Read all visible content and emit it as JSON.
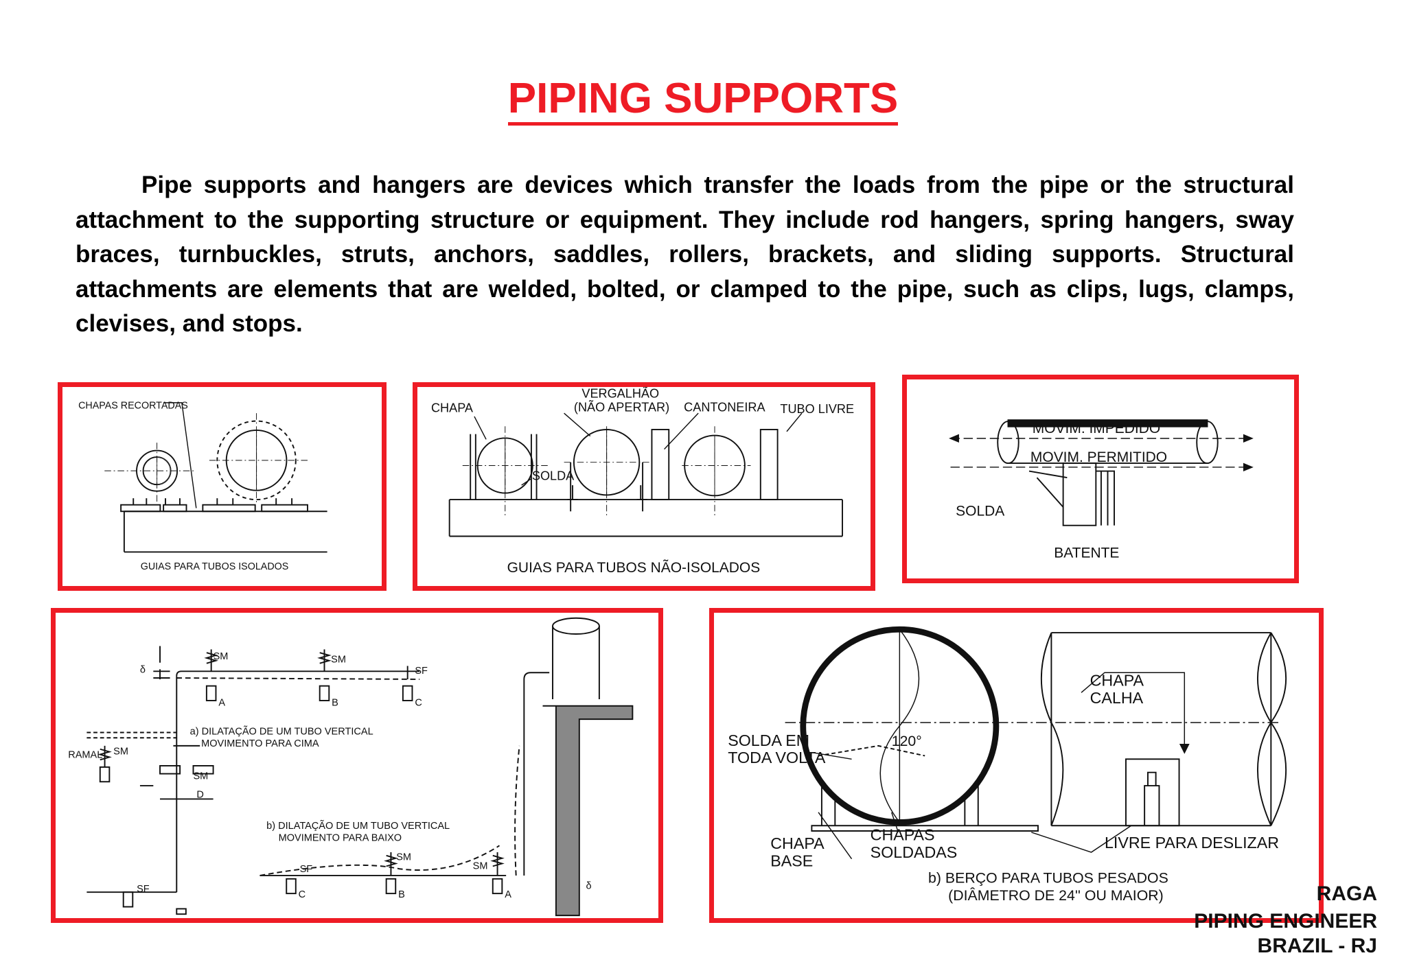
{
  "title": "PIPING SUPPORTS",
  "intro": "Pipe supports and hangers are devices which transfer the loads from the pipe or the structural attachment to the supporting structure or equipment. They include rod hangers, spring hangers, sway braces, turnbuckles, struts, anchors, saddles, rollers, brackets, and sliding supports. Structural attachments are elements that are welded, bolted, or clamped to the pipe, such as clips, lugs, clamps, clevises, and stops.",
  "colors": {
    "accent": "#ee1c25",
    "text": "#000000"
  },
  "figures": {
    "insulated_guides": {
      "chapas_recortadas": "CHAPAS RECORTADAS",
      "caption": "GUIAS PARA TUBOS ISOLADOS"
    },
    "uninsulated_guides": {
      "chapa": "CHAPA",
      "vergalhao": "VERGALHÃO",
      "nao_apertar": "(NÃO APERTAR)",
      "cantoneira": "CANTONEIRA",
      "tubo_livre": "TUBO LIVRE",
      "solda": "SOLDA",
      "caption": "GUIAS PARA TUBOS NÃO-ISOLADOS"
    },
    "stop": {
      "movim_impedido": "MOVIM. IMPEDIDO",
      "movim_permitido": "MOVIM. PERMITIDO",
      "solda": "SOLDA",
      "batente": "BATENTE"
    },
    "vertical_expansion": {
      "sm": "SM",
      "sf": "SF",
      "a": "A",
      "b": "B",
      "c": "C",
      "d": "D",
      "delta": "δ",
      "ramal": "RAMAL",
      "caption_a_1": "a) DILATAÇÃO DE UM TUBO VERTICAL",
      "caption_a_2": "MOVIMENTO PARA CIMA",
      "caption_b_1": "b) DILATAÇÃO DE UM TUBO VERTICAL",
      "caption_b_2": "MOVIMENTO PARA BAIXO"
    },
    "cradle": {
      "chapa_calha_1": "CHAPA",
      "chapa_calha_2": "CALHA",
      "solda_1": "SOLDA EM",
      "solda_2": "TODA VOLTA",
      "angle": "120°",
      "chapa_base_1": "CHAPA",
      "chapa_base_2": "BASE",
      "chapas_soldadas_1": "CHAPAS",
      "chapas_soldadas_2": "SOLDADAS",
      "livre": "LIVRE PARA DESLIZAR",
      "caption_1": "b) BERÇO PARA TUBOS PESADOS",
      "caption_2": "(DIÂMETRO DE 24'' OU MAIOR)"
    }
  },
  "credit": {
    "line1": "RAGA",
    "line2": "PIPING ENGINEER",
    "line3": "BRAZIL - RJ"
  }
}
